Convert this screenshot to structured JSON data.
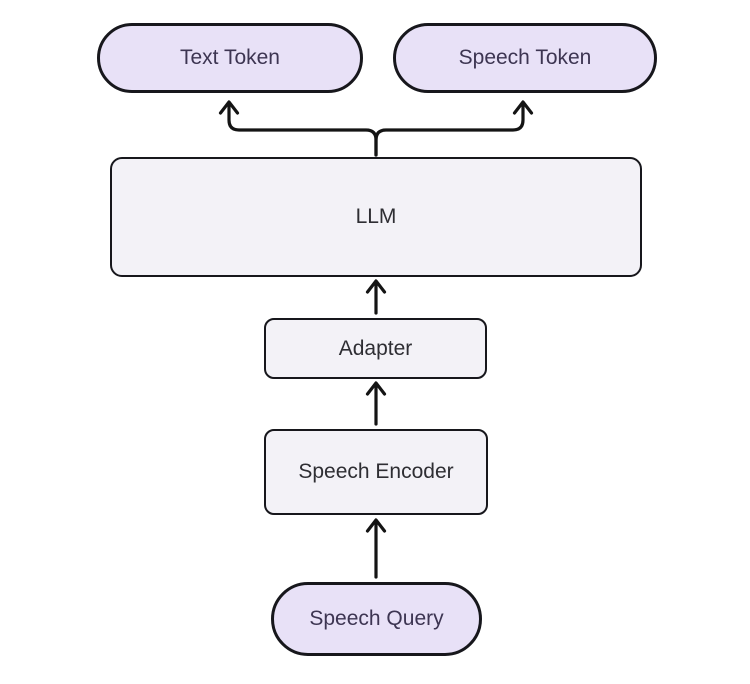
{
  "diagram": {
    "type": "flowchart",
    "direction": "bottom-to-top",
    "nodes": [
      {
        "id": "speech_query",
        "label": "Speech Query",
        "shape": "pill"
      },
      {
        "id": "speech_encoder",
        "label": "Speech Encoder",
        "shape": "rect"
      },
      {
        "id": "adapter",
        "label": "Adapter",
        "shape": "rect"
      },
      {
        "id": "llm",
        "label": "LLM",
        "shape": "rect"
      },
      {
        "id": "text_token",
        "label": "Text Token",
        "shape": "pill"
      },
      {
        "id": "speech_token",
        "label": "Speech Token",
        "shape": "pill"
      }
    ],
    "edges": [
      {
        "from": "speech_query",
        "to": "speech_encoder"
      },
      {
        "from": "speech_encoder",
        "to": "adapter"
      },
      {
        "from": "adapter",
        "to": "llm"
      },
      {
        "from": "llm",
        "to": "text_token"
      },
      {
        "from": "llm",
        "to": "speech_token"
      }
    ],
    "colors": {
      "pill_fill": "#e8e1f7",
      "rect_fill": "#f3f2f7",
      "border": "#17171c",
      "arrow": "#141414",
      "pill_text": "#3d3552",
      "rect_text": "#2e2e33"
    }
  }
}
